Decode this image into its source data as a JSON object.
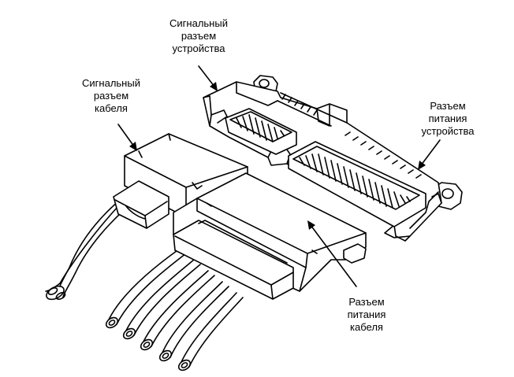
{
  "labels": {
    "device_signal": [
      "Сигнальный",
      "разъем",
      "устройства"
    ],
    "cable_signal": [
      "Сигнальный",
      "разъем",
      "кабеля"
    ],
    "device_power": [
      "Разъем",
      "питания",
      "устройства"
    ],
    "cable_power": [
      "Разъем",
      "питания",
      "кабеля"
    ]
  },
  "colors": {
    "line": "#000000",
    "fill": "#ffffff"
  }
}
